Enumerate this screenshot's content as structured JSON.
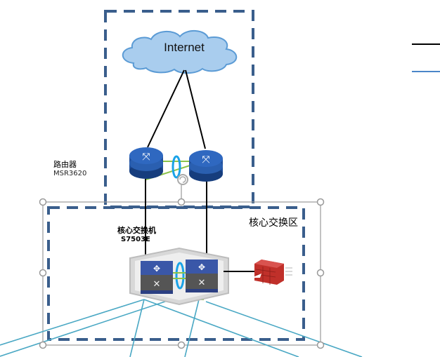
{
  "diagram": {
    "internet": {
      "label": "Internet"
    },
    "router": {
      "name": "路由器",
      "model": "MSR3620"
    },
    "core_switch": {
      "name": "核心交换机",
      "model": "S7503E"
    },
    "core_zone": {
      "label": "核心交换区"
    },
    "legend": [
      {
        "line": "black",
        "color": "#000000"
      },
      {
        "line": "blue",
        "color": "#4a86c8"
      }
    ],
    "colors": {
      "dashed_border": "#3a5e8c",
      "cloud_fill": "#a9cdee",
      "router_blue": "#1f4e9a",
      "uplink_cyan": "#4aa8c4",
      "stack_ring": "#1aa3e8",
      "link_green": "#8bc34a",
      "firewall_red": "#c0302a"
    }
  }
}
